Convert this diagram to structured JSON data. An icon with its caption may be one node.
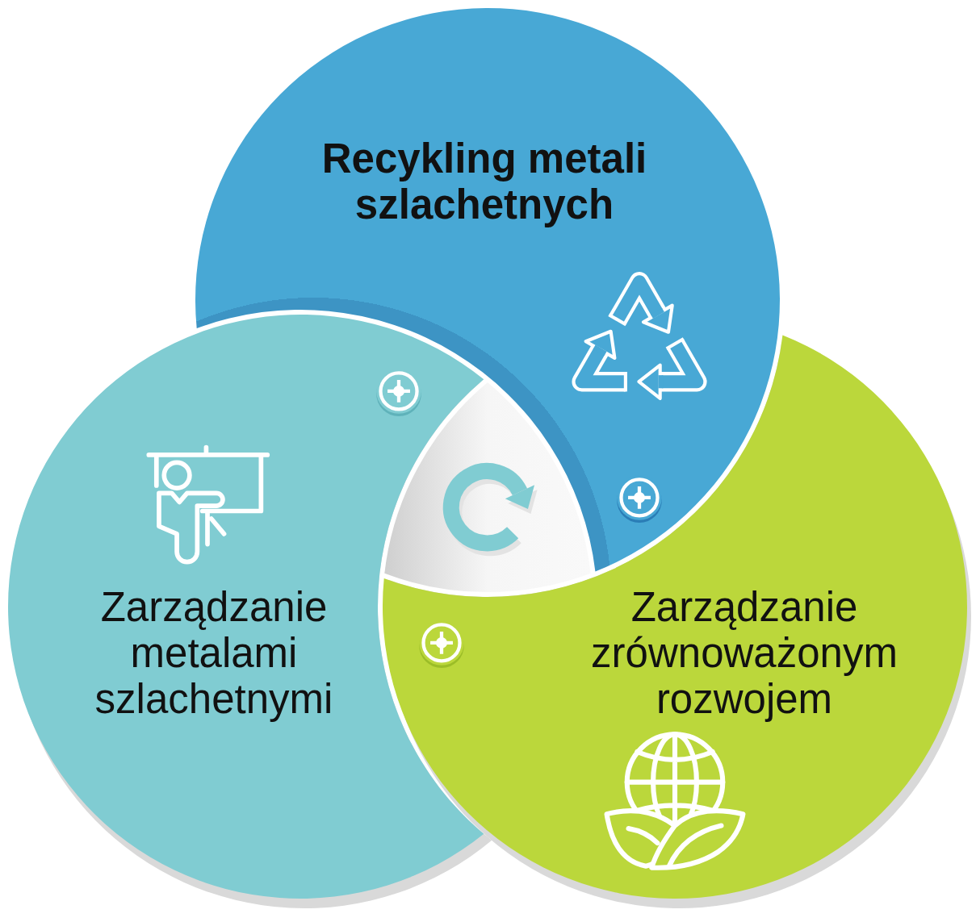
{
  "diagram": {
    "nodes": [
      {
        "text": [
          "Recykling metali szlachetnych"
        ]
      },
      {
        "text": [
          "Zarządzanie metalami szlachetnymi"
        ]
      },
      {
        "text": [
          "Zarządzanie zrównoważonym rozwojem"
        ]
      },
      {
        "text": [],
        "shape": "triangle"
      }
    ]
  }
}
